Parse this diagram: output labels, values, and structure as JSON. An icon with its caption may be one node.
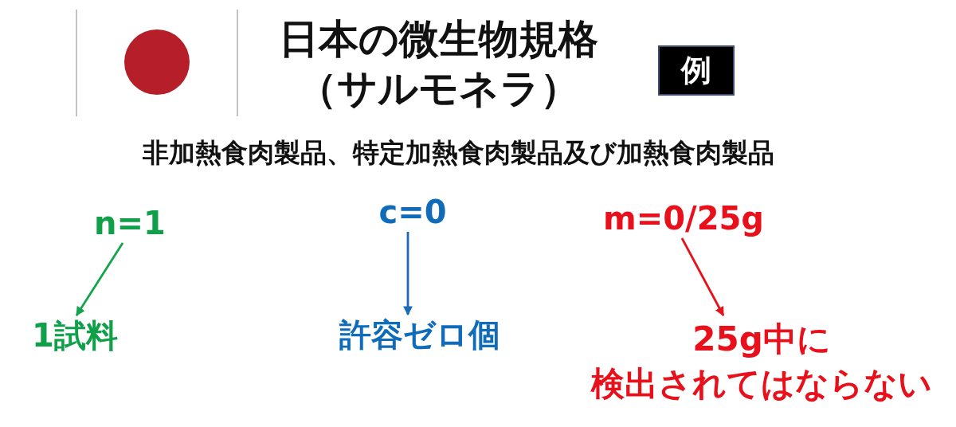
{
  "diagram": {
    "title": "日本の微生物規格（サルモネラ）",
    "nodes": [
      {
        "text": [
          "例"
        ]
      },
      {
        "text": [
          "n=1"
        ]
      },
      {
        "text": [
          "1試料"
        ]
      },
      {
        "text": [
          "c=0"
        ]
      },
      {
        "text": [
          "許容ゼロ個"
        ]
      },
      {
        "text": [
          "m=0/25g"
        ]
      },
      {
        "text": [
          "25g中に検出されてはならない"
        ]
      }
    ],
    "edges": [
      {
        "from": 1,
        "to": 2,
        "arrow": "to",
        "color": "#13a54b"
      },
      {
        "from": 3,
        "to": 4,
        "arrow": "to",
        "color": "#1a6ab5"
      },
      {
        "from": 5,
        "to": 6,
        "arrow": "to",
        "color": "#e3141b"
      }
    ],
    "labels": [
      "非加熱食肉製品、特定加熱食肉製品及び加熱食肉製品"
    ]
  }
}
